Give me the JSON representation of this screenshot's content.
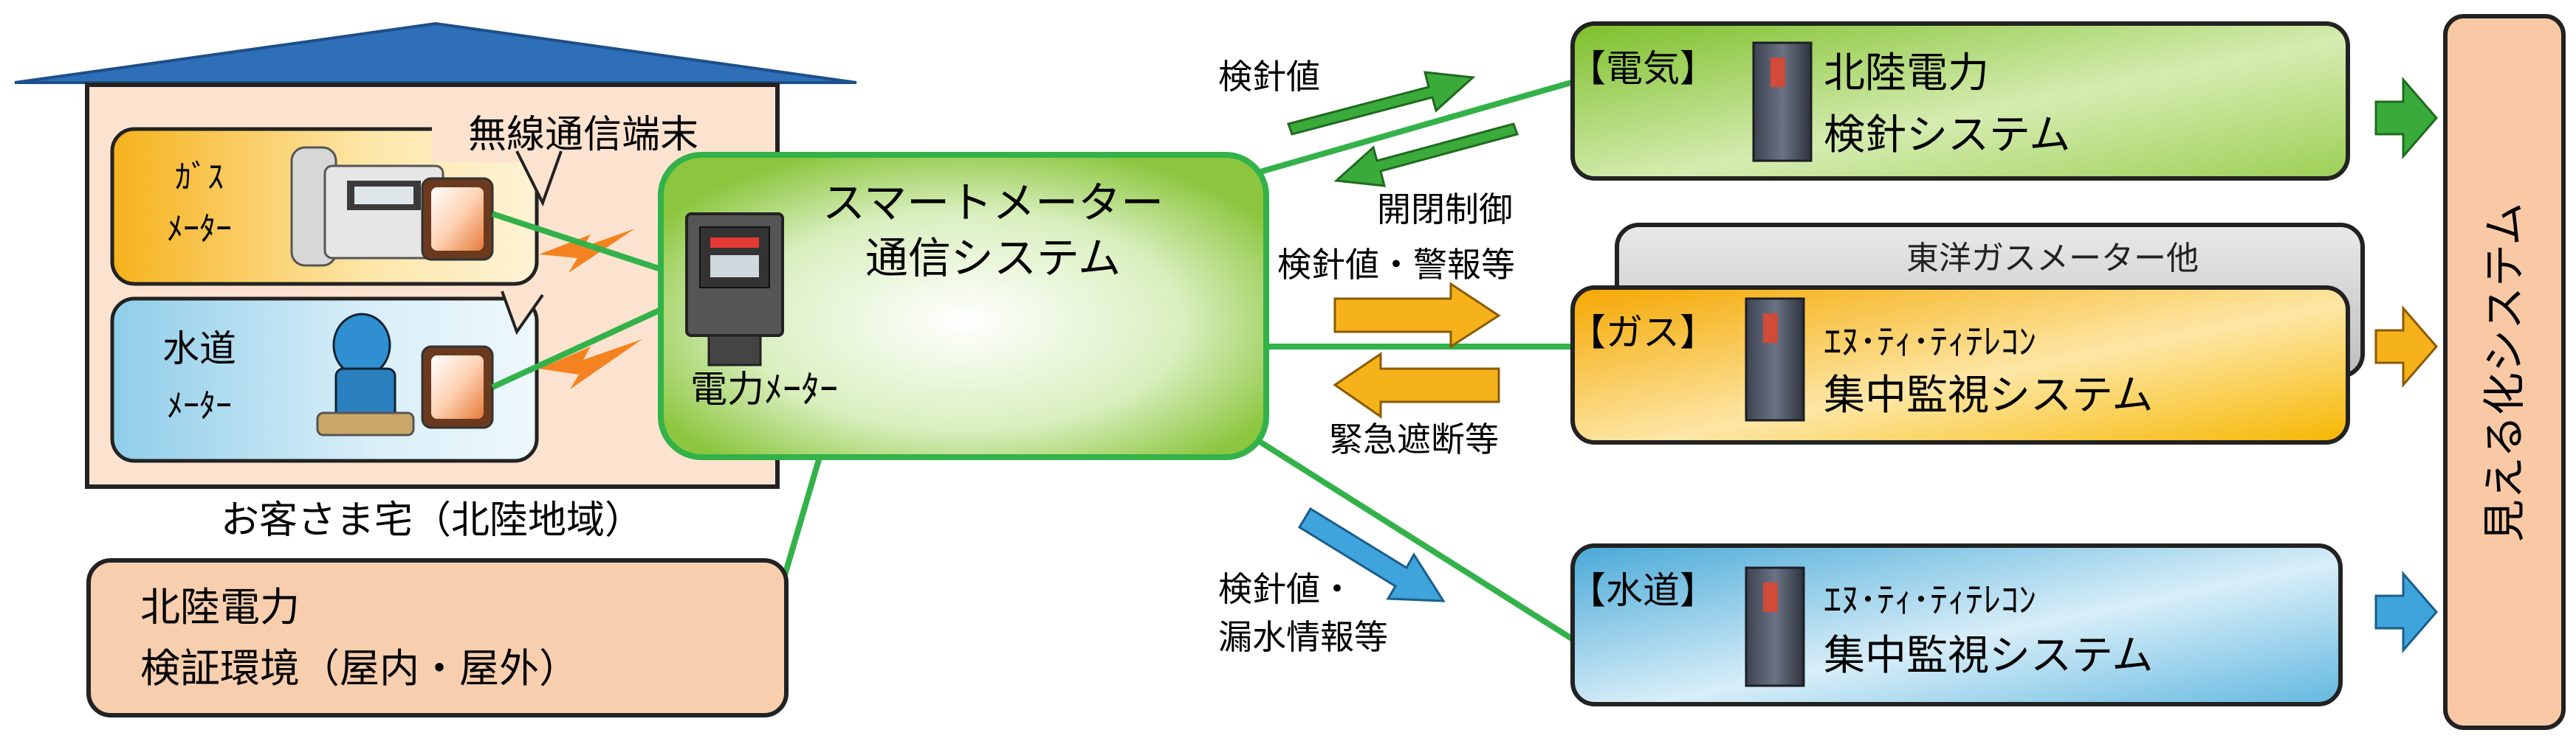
{
  "house": {
    "caption": "お客さま宅（北陸地域）",
    "wireless_label": "無線通信端末",
    "gas_meter": {
      "line1": "ｶﾞｽ",
      "line2": "ﾒｰﾀｰ"
    },
    "water_meter": {
      "line1": "水道",
      "line2": "ﾒｰﾀｰ"
    }
  },
  "center": {
    "line1": "スマートメーター",
    "line2": "通信システム",
    "meter_label": "電力ﾒｰﾀｰ"
  },
  "verification": {
    "line1": "北陸電力",
    "line2": "検証環境（屋内・屋外）"
  },
  "flows": {
    "electric_up": "検針値",
    "electric_down": "開閉制御",
    "gas_up": "検針値・警報等",
    "gas_down": "緊急遮断等",
    "water_line1": "検針値・",
    "water_line2": "漏水情報等"
  },
  "systems": {
    "electric": {
      "tag": "【電気】",
      "line1": "北陸電力",
      "line2": "検針システム"
    },
    "gas_back": {
      "label": "東洋ガスメーター他"
    },
    "gas": {
      "tag": "【ガス】",
      "line1": "ｴﾇ･ﾃｨ･ﾃｨﾃﾚｺﾝ",
      "line2": "集中監視システム"
    },
    "water": {
      "tag": "【水道】",
      "line1": "ｴﾇ･ﾃｨ･ﾃｨﾃﾚｺﾝ",
      "line2": "集中監視システム"
    }
  },
  "visualization": {
    "label": "見える化システム"
  },
  "colors": {
    "green": "#8cc63f",
    "green_dark": "#3a7d1e",
    "orange": "#f5b21b",
    "blue": "#5bb4de",
    "peach": "#f8cfae",
    "roof": "#2e6fb7",
    "line_green": "#33b24a"
  }
}
